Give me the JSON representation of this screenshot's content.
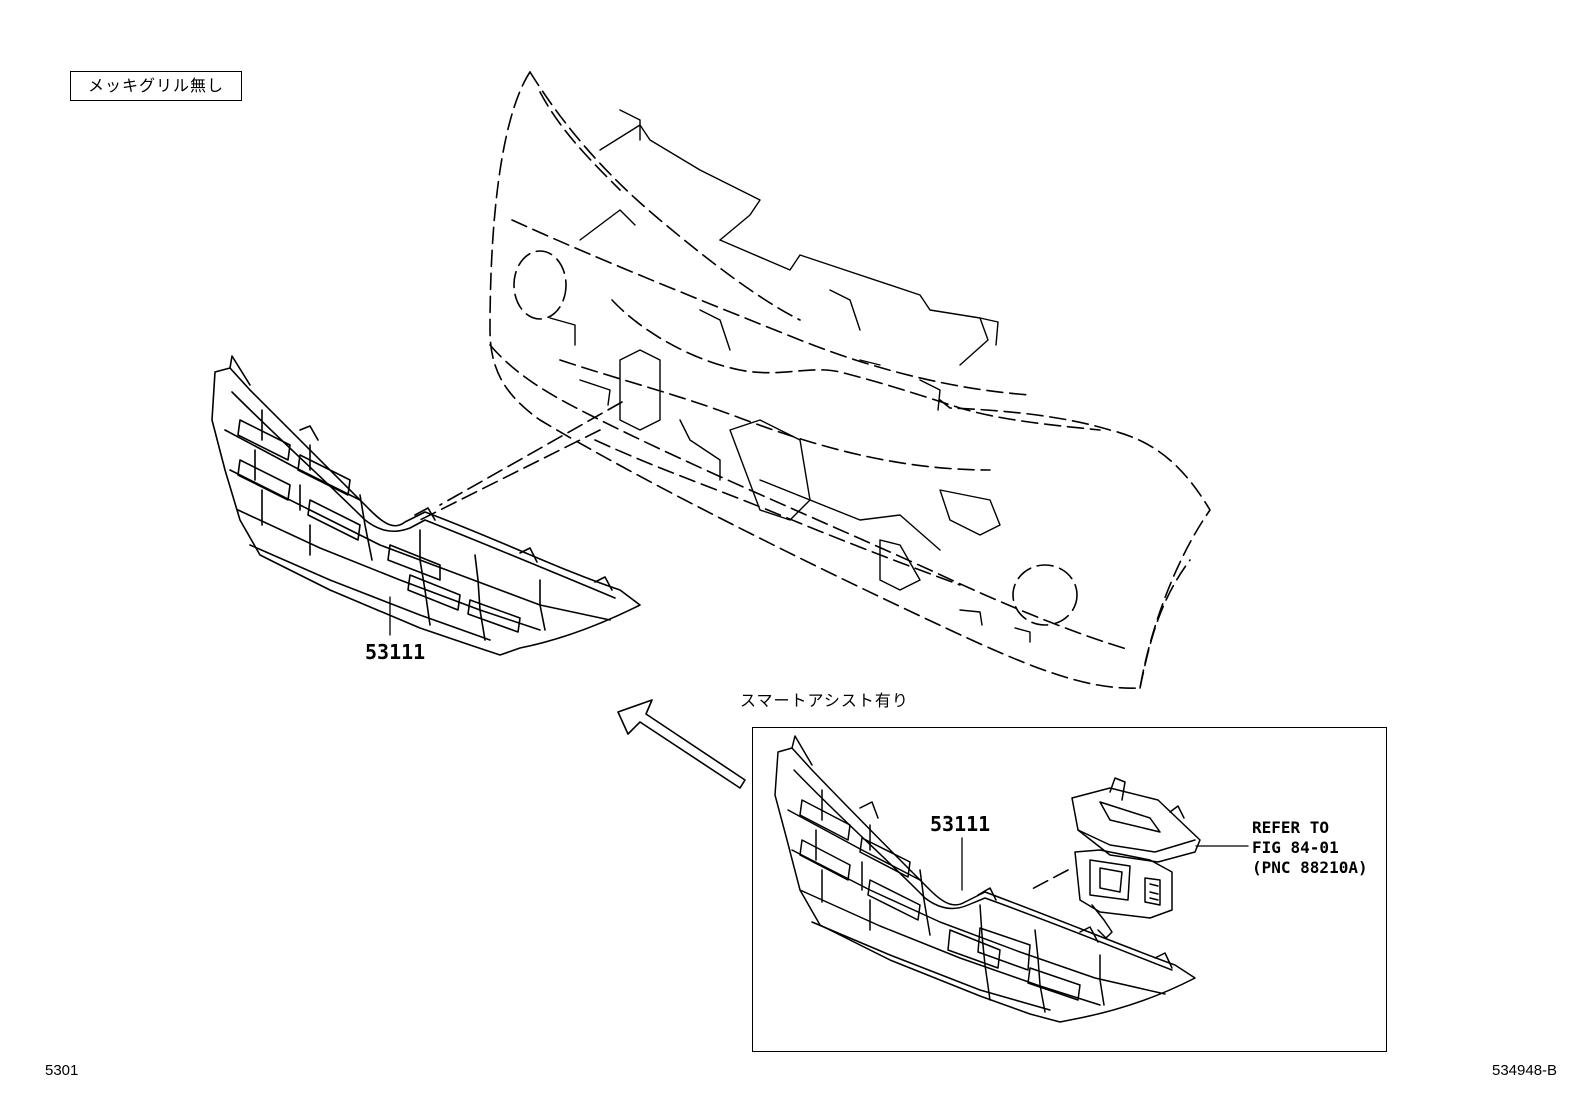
{
  "header": {
    "condition_label": "メッキグリル無し"
  },
  "main": {
    "part_number": "53111"
  },
  "inset": {
    "caption": "スマートアシスト有り",
    "part_number": "53111",
    "reference": {
      "line1": "REFER TO",
      "line2": "FIG 84-01",
      "line3": "(PNC 88210A)"
    }
  },
  "footer": {
    "figure_code": "5301",
    "illustration_id": "534948-B"
  },
  "icons": {
    "direction_arrow": "large-arrow-icon"
  }
}
